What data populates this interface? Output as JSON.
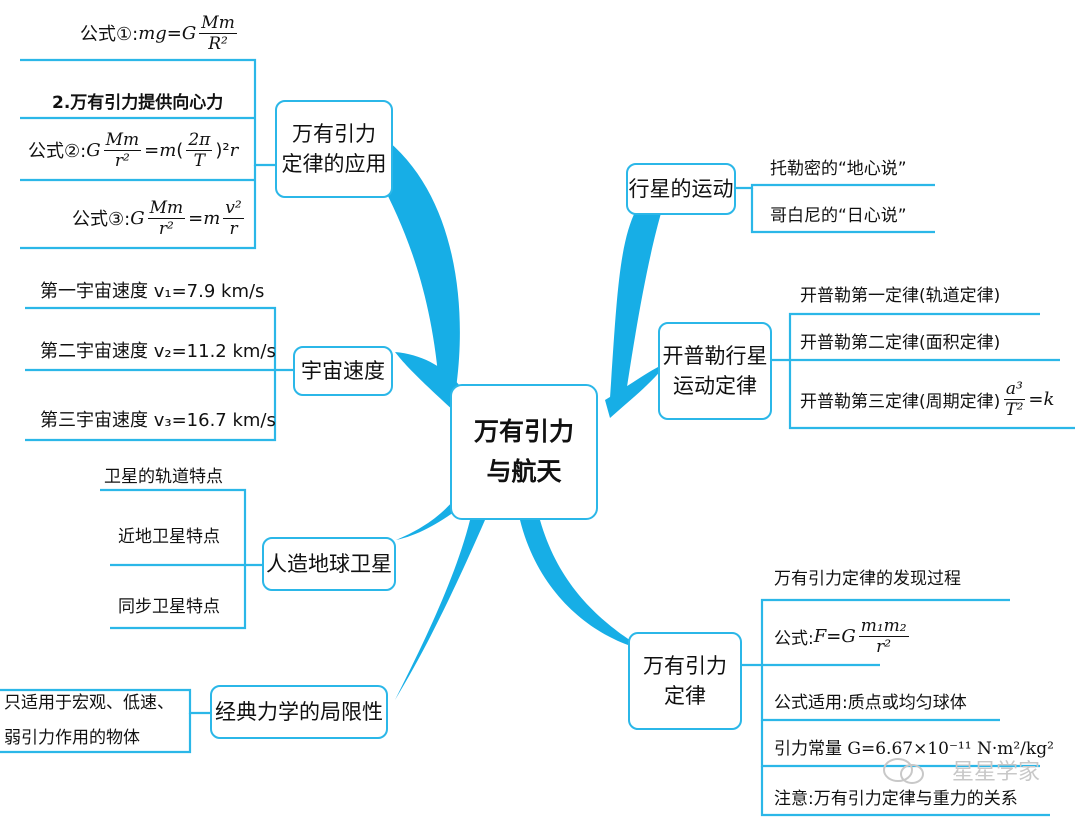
{
  "center": {
    "line1": "万有引力",
    "line2": "与航天"
  },
  "branches": {
    "application": {
      "line1": "万有引力",
      "line2": "定律的应用",
      "leaf_provide": "2.万有引力提供向心力",
      "f1_label": "公式①:",
      "f2_label": "公式②:",
      "f3_label": "公式③:"
    },
    "cosmic_speed": {
      "label": "宇宙速度",
      "v1": "第一宇宙速度 v₁=7.9 km/s",
      "v2": "第二宇宙速度 v₂=11.2 km/s",
      "v3": "第三宇宙速度 v₃=16.7 km/s"
    },
    "satellite": {
      "label": "人造地球卫星",
      "items": [
        "卫星的轨道特点",
        "近地卫星特点",
        "同步卫星特点"
      ]
    },
    "classical": {
      "label": "经典力学的局限性",
      "line1": "只适用于宏观、低速、",
      "line2": "弱引力作用的物体"
    },
    "planet_motion": {
      "label": "行星的运动",
      "items": [
        "托勒密的“地心说”",
        "哥白尼的“日心说”"
      ]
    },
    "kepler": {
      "line1": "开普勒行星",
      "line2": "运动定律",
      "law1": "开普勒第一定律(轨道定律)",
      "law2": "开普勒第二定律(面积定律)",
      "law3": "开普勒第三定律(周期定律)"
    },
    "gravitation": {
      "line1": "万有引力",
      "line2": "定律",
      "discovery": "万有引力定律的发现过程",
      "formula_label": "公式:",
      "applicable": "公式适用:质点或均匀球体",
      "constant_label": "引力常量",
      "constant_value": "G=6.67×10⁻¹¹ N·m²/kg²",
      "note": "注意:万有引力定律与重力的关系"
    }
  },
  "watermark": "星星学家",
  "colors": {
    "accent": "#2bb7e8",
    "text": "#111111"
  }
}
